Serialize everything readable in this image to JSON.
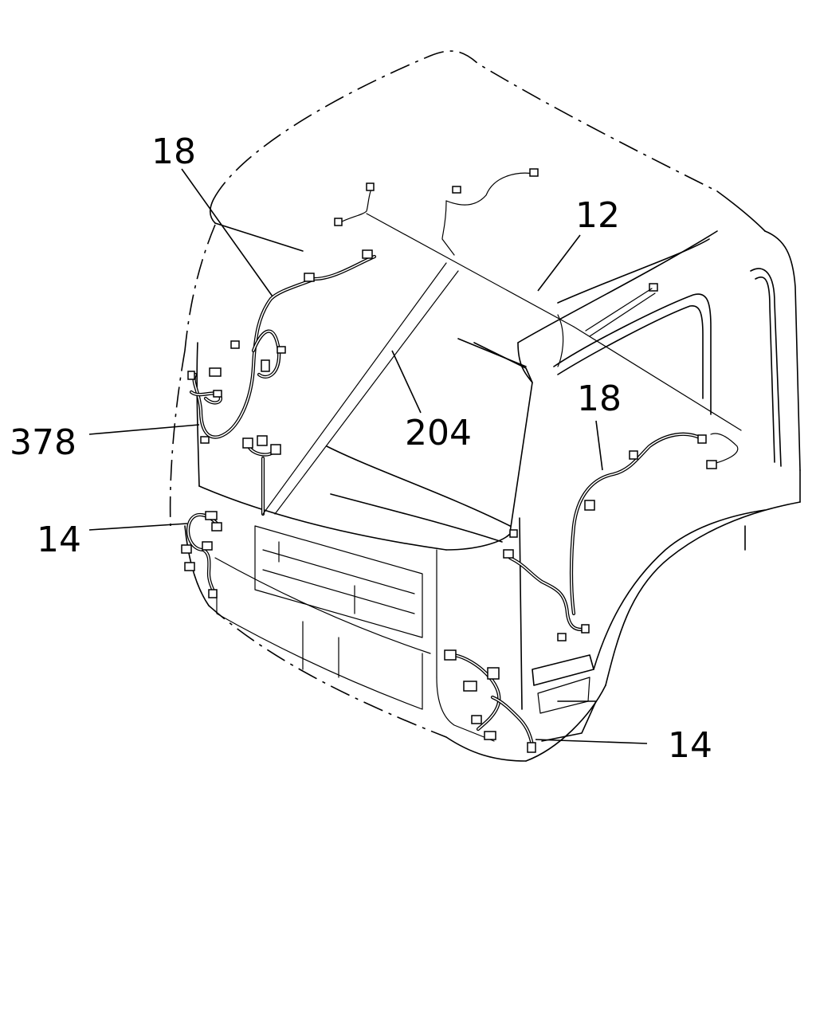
{
  "callouts": {
    "harness_18_left": "18",
    "harness_12": "12",
    "harness_18_right": "18",
    "harness_204": "204",
    "harness_378": "378",
    "harness_14_left": "14",
    "harness_14_right": "14"
  }
}
